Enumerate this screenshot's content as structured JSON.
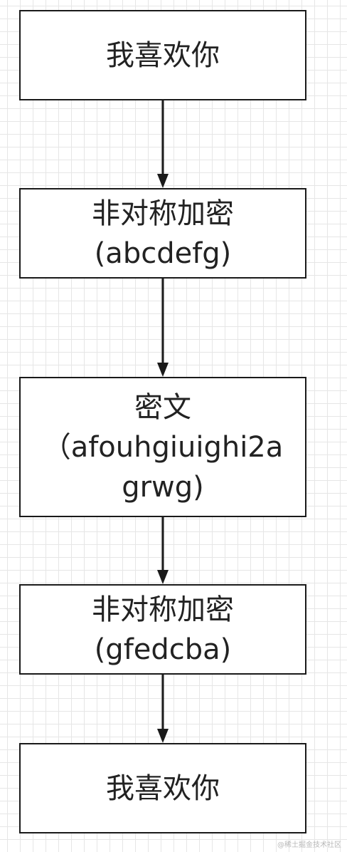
{
  "diagram": {
    "nodes": [
      {
        "id": "n1",
        "lines": [
          "我喜欢你"
        ]
      },
      {
        "id": "n2",
        "lines": [
          "非对称加密",
          "(abcdefg)"
        ]
      },
      {
        "id": "n3",
        "lines": [
          "密文",
          "（afouhgiuighi2a",
          "grwg)"
        ]
      },
      {
        "id": "n4",
        "lines": [
          "非对称加密",
          "(gfedcba)"
        ]
      },
      {
        "id": "n5",
        "lines": [
          "我喜欢你"
        ]
      }
    ],
    "edges": [
      {
        "from": "n1",
        "to": "n2"
      },
      {
        "from": "n2",
        "to": "n3"
      },
      {
        "from": "n3",
        "to": "n4"
      },
      {
        "from": "n4",
        "to": "n5"
      }
    ]
  },
  "watermark": "@稀土掘金技术社区",
  "colors": {
    "stroke": "#1a1a1a",
    "grid": "#e6e6e6",
    "background": "#ffffff"
  }
}
